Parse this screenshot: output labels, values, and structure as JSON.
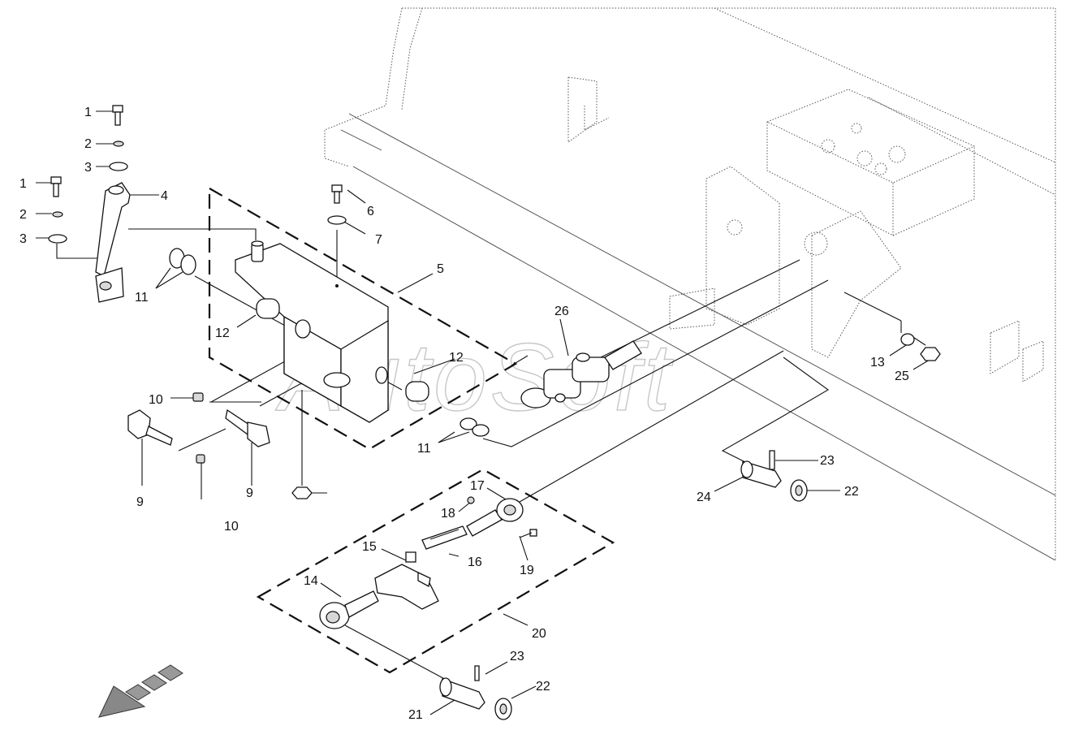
{
  "watermark": "AutoSoft",
  "callouts": {
    "c1a": "1",
    "c2a": "2",
    "c3a": "3",
    "c1b": "1",
    "c2b": "2",
    "c3b": "3",
    "c4": "4",
    "c5": "5",
    "c6": "6",
    "c7": "7",
    "c9a": "9",
    "c9b": "9",
    "c10a": "10",
    "c10b": "10",
    "c11a": "11",
    "c11b": "11",
    "c12a": "12",
    "c12b": "12",
    "c13": "13",
    "c14": "14",
    "c15": "15",
    "c16": "16",
    "c17": "17",
    "c18": "18",
    "c19": "19",
    "c20": "20",
    "c21": "21",
    "c22a": "22",
    "c22b": "22",
    "c23a": "23",
    "c23b": "23",
    "c24": "24",
    "c25": "25",
    "c26": "26"
  },
  "icons": {
    "direction": "front-direction-arrow-icon"
  }
}
